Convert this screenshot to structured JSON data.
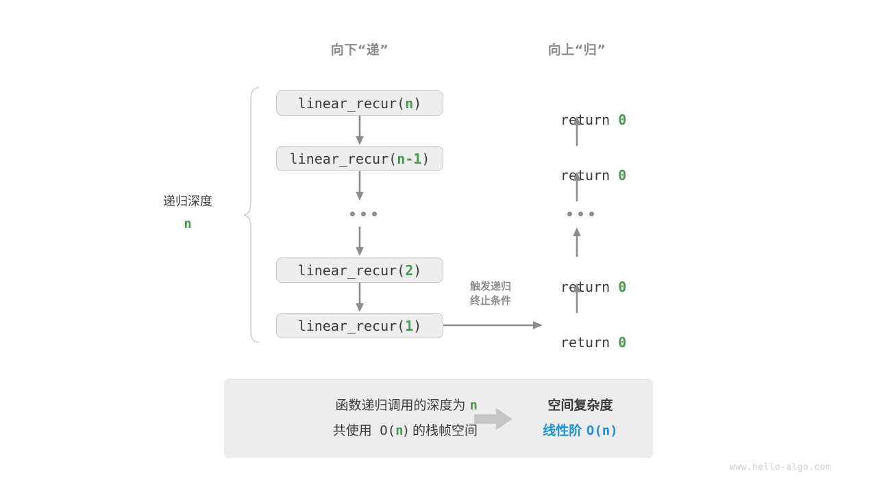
{
  "headers": {
    "down": "向下“递”",
    "up": "向上“归”"
  },
  "depth_annotation": {
    "label": "递归深度",
    "variable": "n"
  },
  "call_stack": {
    "boxes": [
      {
        "name": "linear_recur",
        "prefix": "linear_recur(",
        "arg": "n",
        "suffix": ")"
      },
      {
        "name": "linear_recur",
        "prefix": "linear_recur(",
        "arg": "n-1",
        "suffix": ")"
      },
      {
        "name": "linear_recur",
        "prefix": "linear_recur(",
        "arg": "2",
        "suffix": ")"
      },
      {
        "name": "linear_recur",
        "prefix": "linear_recur(",
        "arg": "1",
        "suffix": ")"
      }
    ],
    "ellipsis": "..."
  },
  "returns": {
    "items": [
      {
        "keyword": "return ",
        "value": "0"
      },
      {
        "keyword": "return ",
        "value": "0"
      },
      {
        "keyword": "return ",
        "value": "0"
      },
      {
        "keyword": "return ",
        "value": "0"
      }
    ],
    "ellipsis": "..."
  },
  "terminate_note": {
    "line1": "触发递归",
    "line2": "终止条件"
  },
  "summary": {
    "left": {
      "line1_a": "函数递归调用的深度为 ",
      "line1_n": "n",
      "line2_a": "共使用 O(",
      "line2_n": "n",
      "line2_b": ") 的栈帧空间"
    },
    "arrow": "block-arrow-right",
    "right": {
      "title": "空间复杂度",
      "value_label": "线性阶 ",
      "value_expr": "O(n)"
    }
  },
  "watermark": "www.hello-algo.com",
  "colors": {
    "accent_green": "#4a9750",
    "accent_blue": "#1e90d4",
    "box_fill": "#ededed",
    "box_border": "#c9c9c9",
    "arrow_gray": "#8c8c8c",
    "panel_fill": "#ececec",
    "text_dark": "#3b3b3b",
    "watermark_gray": "#cfcfcf"
  }
}
